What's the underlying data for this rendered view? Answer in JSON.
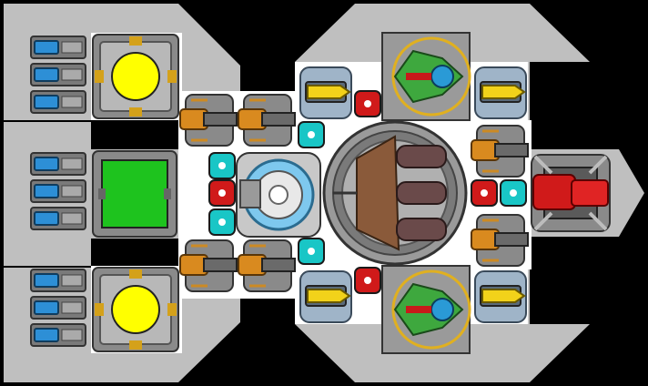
{
  "scene": {
    "kind": "ship-blueprint",
    "palette": {
      "background": "#000000",
      "hull": "#bfbfbf",
      "hull_dark": "#9a9a9a",
      "floor": "#ffffff",
      "metal": "#8a8a8a",
      "metal_dark": "#4a4a4a",
      "thruster_blue": "#2d8fd6",
      "power_yellow": "#ffff00",
      "console_green": "#1ec31e",
      "gun_orange": "#d98a1f",
      "missile_yellow": "#f2d21a",
      "drone_green": "#3ea83e",
      "cyan_node": "#19c6c6",
      "red_node": "#d01a1a",
      "reactor_brown": "#8a5a3a",
      "shield_blue": "#7ec8ee"
    },
    "modules": {
      "thruster_banks": 3,
      "power_cores": 2,
      "control_consoles": 1,
      "cannon_turrets": 6,
      "missile_launchers": 4,
      "drone_bays": 2,
      "cyan_nodes": 5,
      "red_nodes": 4,
      "reactor": 1,
      "shield_generator": 1,
      "nose_cannon": 1
    },
    "icons": [
      "thruster-icon",
      "power-core-icon",
      "console-icon",
      "cannon-icon",
      "missile-icon",
      "drone-icon",
      "node-icon",
      "reactor-icon",
      "shield-generator-icon",
      "nose-cannon-icon"
    ]
  }
}
